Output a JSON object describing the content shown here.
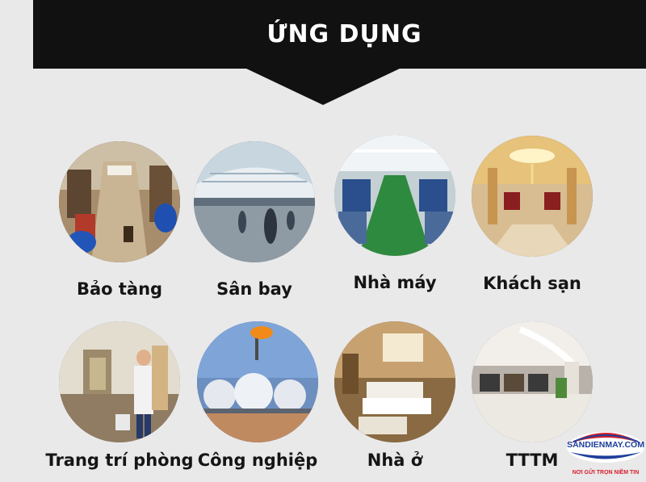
{
  "header": {
    "title": "Ứng dụng"
  },
  "applications": [
    {
      "label": "Bảo tàng",
      "icon": "museum-photo"
    },
    {
      "label": "Sân bay",
      "icon": "airport-photo"
    },
    {
      "label": "Nhà máy",
      "icon": "factory-photo"
    },
    {
      "label": "Khách sạn",
      "icon": "hotel-photo"
    },
    {
      "label": "Trang trí phòng",
      "icon": "room-decoration-photo"
    },
    {
      "label": "Công nghiệp",
      "icon": "industry-photo"
    },
    {
      "label": "Nhà ở",
      "icon": "house-photo"
    },
    {
      "label": "TTTM",
      "icon": "shopping-mall-photo"
    }
  ],
  "logo": {
    "name": "SANDIENMAY.COM",
    "slogan": "NƠI GỬI TRỌN NIỀM TIN",
    "colors": {
      "blue": "#1d3f9a",
      "red": "#d81e2c"
    }
  },
  "colors": {
    "background": "#e9e9ea",
    "banner": "#111111",
    "label": "#151515"
  }
}
